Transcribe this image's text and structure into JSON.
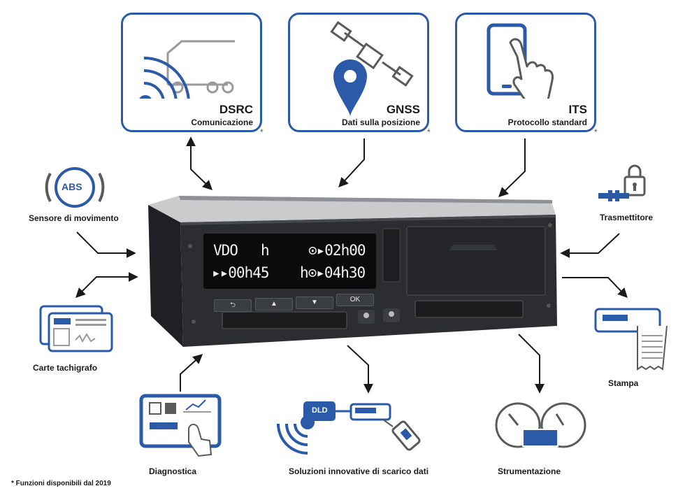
{
  "top_boxes": {
    "dsrc": {
      "title": "DSRC",
      "subtitle": "Comunicazione",
      "star": "*"
    },
    "gnss": {
      "title": "GNSS",
      "subtitle": "Dati sulla posizione",
      "star": "*"
    },
    "its": {
      "title": "ITS",
      "subtitle": "Protocollo standard",
      "star": "*"
    }
  },
  "side_labels": {
    "abs_icon_text": "ABS",
    "movement_sensor": "Sensore di movimento",
    "transmitter": "Trasmettitore",
    "tachograph_cards": "Carte tachigrafo",
    "print": "Stampa",
    "diagnostics": "Diagnostica",
    "download": "Soluzioni innovative di scarico dati",
    "dld_badge": "DLD",
    "instrumentation": "Strumentazione"
  },
  "device": {
    "display_line1_left": "VDO",
    "display_line1_mid": "h",
    "display_line1_right": "⊙▸02h00",
    "display_line2_left": "▸▸00h45",
    "display_line2_right": "h⊙▸04h30",
    "buttons": [
      "⮌",
      "▲",
      "▼",
      "OK"
    ]
  },
  "footnote": "* Funzioni disponibili dal 2019",
  "colors": {
    "accent": "#2a5aa8",
    "device": "#2b2d30",
    "icon_gray": "#5a5a5a"
  }
}
